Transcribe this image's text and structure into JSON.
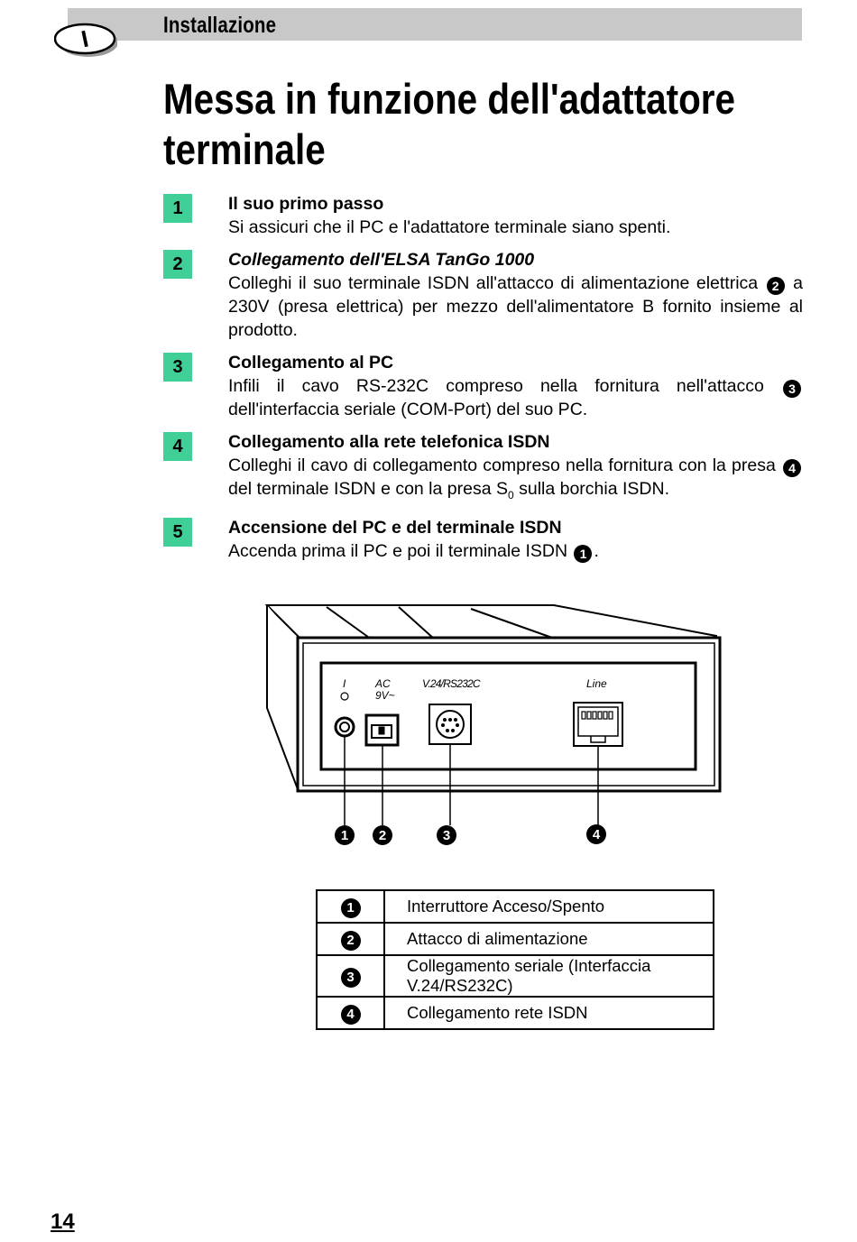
{
  "header": {
    "section_label": "Installazione",
    "lang_badge": "I"
  },
  "page_title": "Messa in funzione dell'adattatore terminale",
  "steps": [
    {
      "number": "1",
      "title": "Il suo primo passo",
      "text": "Si assicuri che il PC e l'adattatore terminale siano spenti."
    },
    {
      "number": "2",
      "title": "Collegamento dell'ELSA TanGo 1000",
      "text_before": "Colleghi il suo terminale ISDN all'attacco di alimentazione elettrica",
      "marker": "2",
      "text_after": "a 230V (presa elettrica) per mezzo dell'alimentatore B fornito insieme al prodotto."
    },
    {
      "number": "3",
      "title": "Collegamento al PC",
      "text_before": "Infili il cavo RS-232C compreso nella fornitura nell'attacco",
      "marker": "3",
      "text_after": "dell'interfaccia seriale (COM-Port) del suo PC."
    },
    {
      "number": "4",
      "title": "Collegamento alla rete telefonica ISDN",
      "text_before": "Colleghi il cavo di collegamento compreso nella fornitura con la presa",
      "marker": "4",
      "text_mid": "del terminale ISDN e con la presa S",
      "subscript": "0",
      "text_after": "sulla borchia ISDN."
    },
    {
      "number": "5",
      "title": "Accensione del PC e del terminale ISDN",
      "text_before": "Accenda prima il PC e poi il terminale ISDN",
      "marker": "1",
      "text_after": "."
    }
  ],
  "device": {
    "labels": {
      "power_switch": "I",
      "ac": "AC",
      "ac_voltage": "9V~",
      "serial": "V.24/RS232C",
      "line": "Line"
    },
    "callouts": [
      "1",
      "2",
      "3",
      "4"
    ]
  },
  "legend": [
    {
      "number": "1",
      "label": "Interruttore Acceso/Spento"
    },
    {
      "number": "2",
      "label": "Attacco di alimentazione"
    },
    {
      "number": "3",
      "label": "Collegamento seriale (Interfaccia V.24/RS232C)"
    },
    {
      "number": "4",
      "label": "Collegamento rete ISDN"
    }
  ],
  "page_number": "14"
}
